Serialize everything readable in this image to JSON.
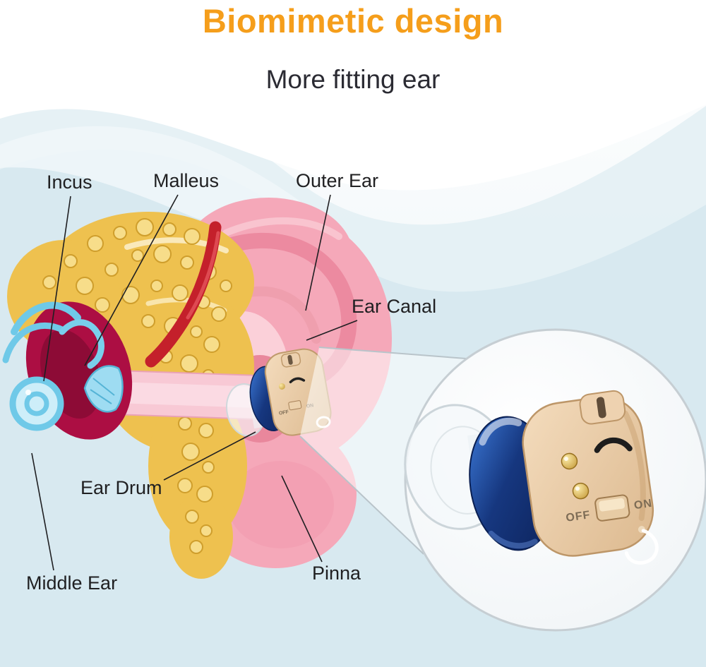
{
  "header": {
    "title": "Biomimetic design",
    "subtitle": "More fitting ear"
  },
  "anatomy_labels": {
    "incus": "Incus",
    "malleus": "Malleus",
    "outer_ear": "Outer Ear",
    "ear_canal": "Ear Canal",
    "ear_drum": "Ear Drum",
    "middle_ear": "Middle Ear",
    "pinna": "Pinna"
  },
  "device": {
    "switch_off_label": "OFF",
    "switch_on_label": "ON"
  },
  "colors": {
    "title_orange": "#F59E1B",
    "subtitle_dark": "#2B2B33",
    "label_text": "#202022",
    "device_blue": "#16377F",
    "device_beige": "#E9CFAC",
    "gold_contact": "#C79A2F",
    "ear_pink": "#F5A8B9",
    "bone_yellow": "#EEC14F",
    "eardrum_red": "#AC0E43",
    "cochlea_blue": "#6FC9E8",
    "background_blue": "#CFE3EB"
  }
}
